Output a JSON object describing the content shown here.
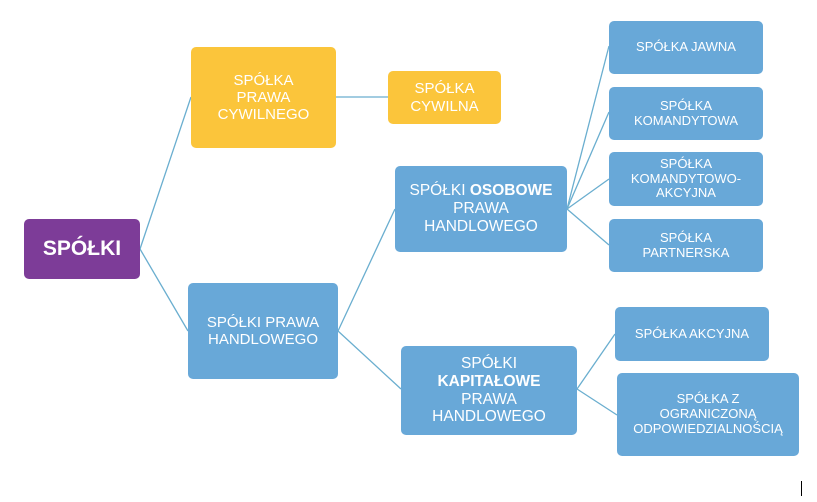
{
  "colors": {
    "root": "#7d3c98",
    "civil": "#fbc53b",
    "commercial": "#68a8d8",
    "connector": "#6aaecf",
    "text": "#ffffff"
  },
  "nodes": {
    "root": {
      "line1": "SPÓŁKI"
    },
    "civil_law": {
      "line1": "SPÓŁKA",
      "line2": "PRAWA",
      "line3": "CYWILNEGO"
    },
    "civil_partnership": {
      "line1": "SPÓŁKA",
      "line2": "CYWILNA"
    },
    "commercial_law": {
      "line1": "SPÓŁKI PRAWA",
      "line2": "HANDLOWEGO"
    },
    "personal": {
      "prefix": "SPÓŁKI ",
      "emphasis": "OSOBOWE",
      "line2": "PRAWA",
      "line3": "HANDLOWEGO"
    },
    "capital": {
      "line1": "SPÓŁKI",
      "emphasis": "KAPITAŁOWE",
      "line3": "PRAWA",
      "line4": "HANDLOWEGO"
    },
    "general": {
      "line1": "SPÓŁKA JAWNA"
    },
    "limited": {
      "line1": "SPÓŁKA",
      "line2": "KOMANDYTOWA"
    },
    "limited_joint_stock": {
      "line1": "SPÓŁKA",
      "line2": "KOMANDYTOWO-",
      "line3": "AKCYJNA"
    },
    "professional": {
      "line1": "SPÓŁKA",
      "line2": "PARTNERSKA"
    },
    "joint_stock": {
      "line1": "SPÓŁKA AKCYJNA"
    },
    "llc": {
      "line1": "SPÓŁKA Z",
      "line2": "OGRANICZONĄ",
      "line3": "ODPOWIEDZIALNOŚCIĄ"
    }
  }
}
